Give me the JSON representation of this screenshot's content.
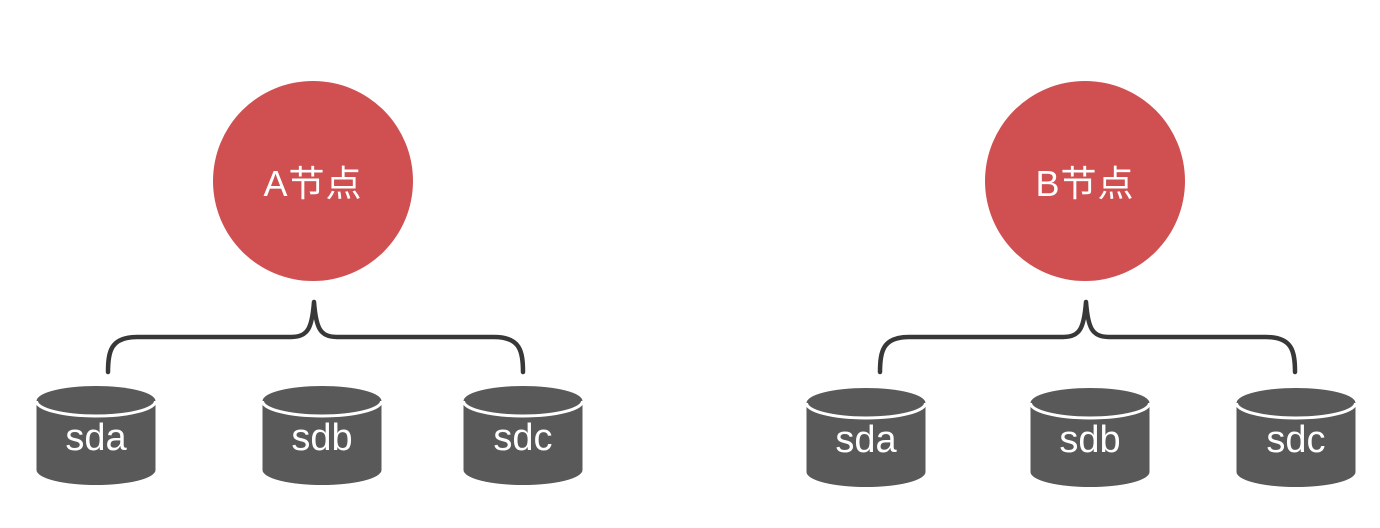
{
  "colors": {
    "background": "#ffffff",
    "node_fill": "#d05052",
    "node_text": "#ffffff",
    "disk_fill": "#595959",
    "disk_text": "#ffffff",
    "disk_rim": "#ffffff",
    "brace_stroke": "#383838"
  },
  "groups": [
    {
      "node_label": "A节点",
      "disks": [
        {
          "label": "sda"
        },
        {
          "label": "sdb"
        },
        {
          "label": "sdc"
        }
      ]
    },
    {
      "node_label": "B节点",
      "disks": [
        {
          "label": "sda"
        },
        {
          "label": "sdb"
        },
        {
          "label": "sdc"
        }
      ]
    }
  ]
}
